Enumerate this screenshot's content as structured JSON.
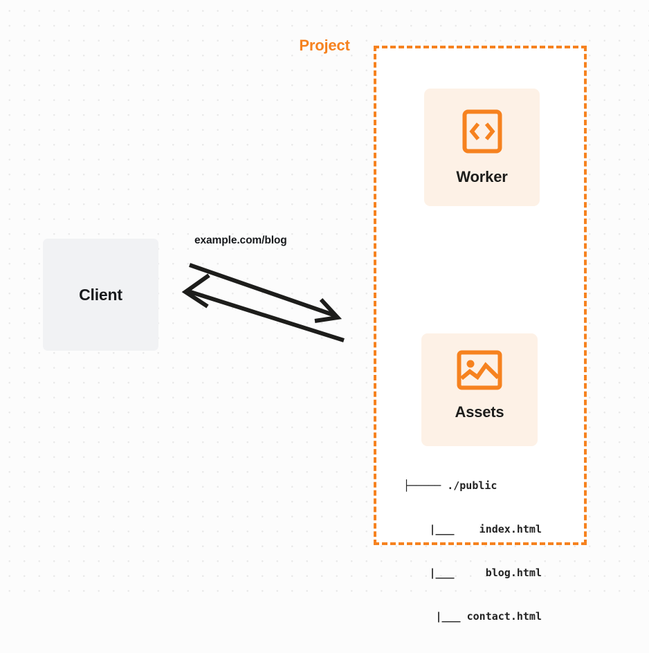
{
  "diagram": {
    "background": "#fcfcfc",
    "accent_color": "#f6821f",
    "card_color": "#fdf1e6",
    "client_color": "#f1f2f4"
  },
  "client": {
    "label": "Client"
  },
  "connection": {
    "label": "example.com/blog",
    "arrow_color": "#1d1d1b"
  },
  "project": {
    "title": "Project",
    "nodes": [
      {
        "label": "Worker",
        "icon": "code-brackets-icon"
      },
      {
        "label": "Assets",
        "icon": "image-icon"
      }
    ],
    "file_tree": [
      {
        "prefix": "├────",
        "name": "./public"
      },
      {
        "prefix": "|__",
        "name": "index.html"
      },
      {
        "prefix": "|__",
        "name": "blog.html"
      },
      {
        "prefix": "|__",
        "name": "contact.html"
      }
    ],
    "file_tree_rows": {
      "root": "├───── ./public",
      "row1": "|___    index.html",
      "row2": "|___     blog.html",
      "row3": "|___ contact.html"
    }
  }
}
